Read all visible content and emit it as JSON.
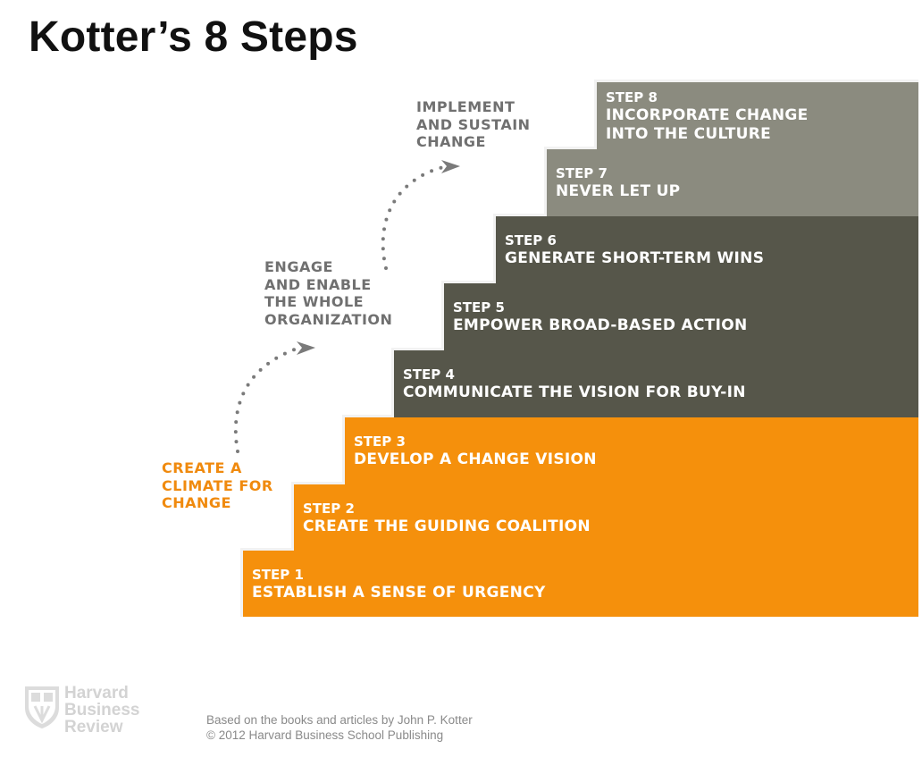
{
  "title": "Kotter’s 8 Steps",
  "colors": {
    "orange": "#f5900c",
    "dark": "#56564a",
    "light": "#8b8b7f",
    "phase_orange": "#f08a0e",
    "phase_gray": "#707070"
  },
  "steps": [
    {
      "num": "STEP 1",
      "text": "ESTABLISH A SENSE OF URGENCY",
      "color": "orange"
    },
    {
      "num": "STEP 2",
      "text": "CREATE THE GUIDING COALITION",
      "color": "orange"
    },
    {
      "num": "STEP 3",
      "text": "DEVELOP A CHANGE VISION",
      "color": "orange"
    },
    {
      "num": "STEP 4",
      "text": "COMMUNICATE THE VISION FOR BUY-IN",
      "color": "dark"
    },
    {
      "num": "STEP 5",
      "text": "EMPOWER BROAD-BASED ACTION",
      "color": "dark"
    },
    {
      "num": "STEP 6",
      "text": "GENERATE SHORT-TERM WINS",
      "color": "dark"
    },
    {
      "num": "STEP 7",
      "text": "NEVER LET UP",
      "color": "light"
    },
    {
      "num": "STEP 8",
      "text": "INCORPORATE CHANGE\nINTO THE CULTURE",
      "color": "light"
    }
  ],
  "phases": {
    "create": "CREATE A\nCLIMATE FOR\nCHANGE",
    "engage": "ENGAGE\nAND ENABLE\nTHE WHOLE\nORGANIZATION",
    "implement": "IMPLEMENT\nAND SUSTAIN\nCHANGE"
  },
  "logo": {
    "line1": "Harvard",
    "line2": "Business",
    "line3": "Review"
  },
  "credit": {
    "line1": "Based on the books and articles by John P. Kotter",
    "line2": "© 2012 Harvard Business School Publishing"
  }
}
